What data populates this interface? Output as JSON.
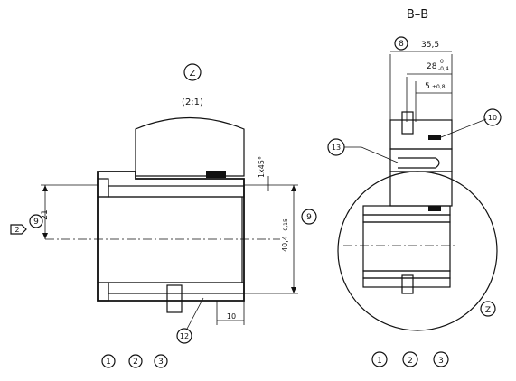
{
  "section_title": "B–B",
  "detail_marker": "Z",
  "detail_scale": "(2:1)",
  "chamfer": "1x45°",
  "left_view": {
    "dim_diameter_21": "21",
    "tolerance_flag": "2",
    "item_9_left": "9",
    "dim_40_4": "40,4",
    "dim_40_4_tol": "-0,15",
    "item_9_right": "9",
    "dim_10": "10",
    "callout_12": "12"
  },
  "right_view": {
    "item_8": "8",
    "dim_35_5": "35,5",
    "dim_28": "28",
    "dim_28_tol_upper": "0",
    "dim_28_tol_lower": "-0,4",
    "dim_5": "5",
    "dim_5_tol": "+0,8",
    "callout_10": "10",
    "callout_13": "13",
    "detail_circle_label": "Z"
  },
  "bottom_left_numbers": [
    "1",
    "2",
    "3"
  ],
  "bottom_right_numbers": [
    "1",
    "2",
    "3"
  ]
}
